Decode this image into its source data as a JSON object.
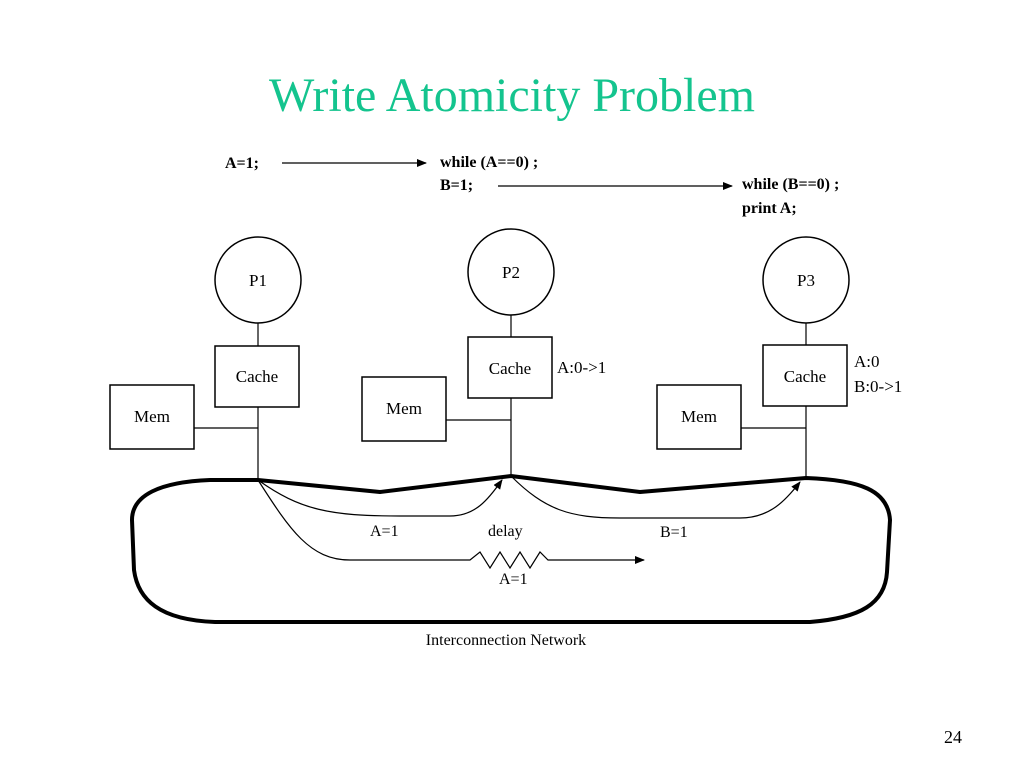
{
  "slide": {
    "title": "Write Atomicity Problem",
    "page_number": "24"
  },
  "code": {
    "p1_line1": "A=1;",
    "p2_line1": "while (A==0) ;",
    "p2_line2": "B=1;",
    "p3_line1": "while (B==0) ;",
    "p3_line2": "print A;"
  },
  "nodes": {
    "p1": {
      "label": "P1",
      "cache_label": "Cache",
      "mem_label": "Mem"
    },
    "p2": {
      "label": "P2",
      "cache_label": "Cache",
      "mem_label": "Mem",
      "cache_state": "A:0->1"
    },
    "p3": {
      "label": "P3",
      "cache_label": "Cache",
      "mem_label": "Mem",
      "cache_state_line1": "A:0",
      "cache_state_line2": "B:0->1"
    }
  },
  "network": {
    "label": "Interconnection Network",
    "msg_a_to_p2": "A=1",
    "msg_delay": "delay",
    "msg_b_to_p3": "B=1",
    "msg_a_delayed": "A=1"
  }
}
